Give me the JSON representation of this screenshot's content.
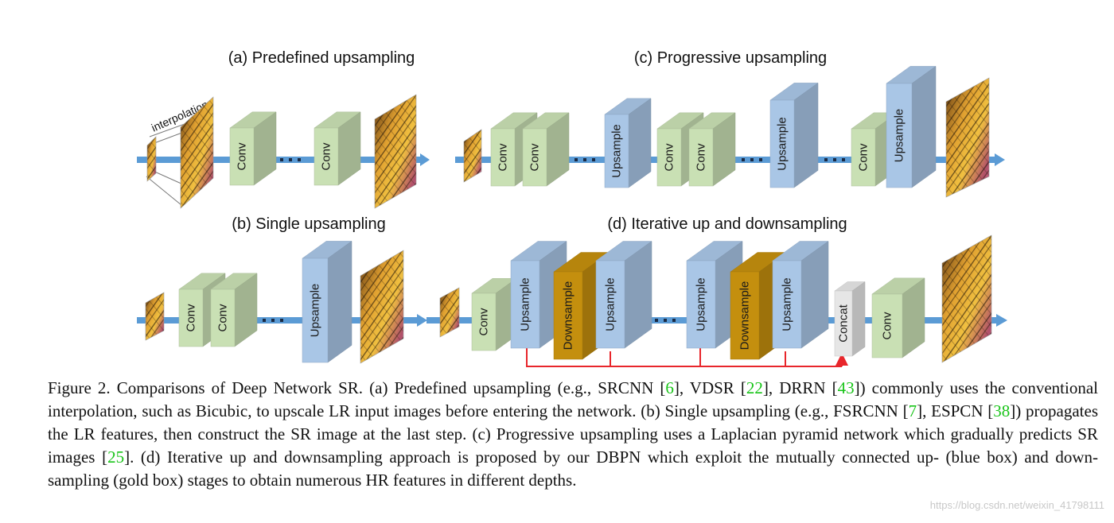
{
  "panels": {
    "a": {
      "title": "(a) Predefined upsampling",
      "interpolation_label": "interpolation",
      "conv_label": "Conv"
    },
    "b": {
      "title": "(b) Single upsampling",
      "conv_label": "Conv",
      "upsample_label": "Upsample"
    },
    "c": {
      "title": "(c) Progressive upsampling",
      "conv_label": "Conv",
      "upsample_label": "Upsample"
    },
    "d": {
      "title": "(d) Iterative up and downsampling",
      "conv_label": "Conv",
      "upsample_label": "Upsample",
      "downsample_label": "Downsample",
      "concat_label": "Concat"
    }
  },
  "colors": {
    "conv": "#c9e0b4",
    "upsample": "#a9c6e6",
    "downsample": "#c48f0e",
    "concat": "#e6e6e6",
    "flow_arrow": "#5b9bd5",
    "skip_connection": "#e8262b",
    "reference": "#18c418",
    "image": [
      "butterfly-orange",
      "butterfly-black",
      "pink-flower"
    ]
  },
  "caption": {
    "segments": [
      {
        "text": "Figure 2. Comparisons of Deep Network SR. (a) Predefined upsampling (e.g., SRCNN ["
      },
      {
        "text": "6",
        "ref": true
      },
      {
        "text": "], VDSR ["
      },
      {
        "text": "22",
        "ref": true
      },
      {
        "text": "], DRRN ["
      },
      {
        "text": "43",
        "ref": true
      },
      {
        "text": "]) commonly uses the conventional interpolation, such as Bicubic, to upscale LR input images before entering the network. (b) Single upsampling (e.g., FSRCNN ["
      },
      {
        "text": "7",
        "ref": true
      },
      {
        "text": "], ESPCN ["
      },
      {
        "text": "38",
        "ref": true
      },
      {
        "text": "]) propagates the LR features, then construct the SR image at the last step. (c) Progressive upsampling uses a Laplacian pyramid network which gradually predicts SR images ["
      },
      {
        "text": "25",
        "ref": true
      },
      {
        "text": "]. (d) Iterative up and downsampling approach is proposed by our DBPN which exploit the mutually connected up- (blue box) and down-sampling (gold box) stages to obtain numerous HR features in different depths."
      }
    ]
  },
  "watermark": "https://blog.csdn.net/weixin_41798111"
}
